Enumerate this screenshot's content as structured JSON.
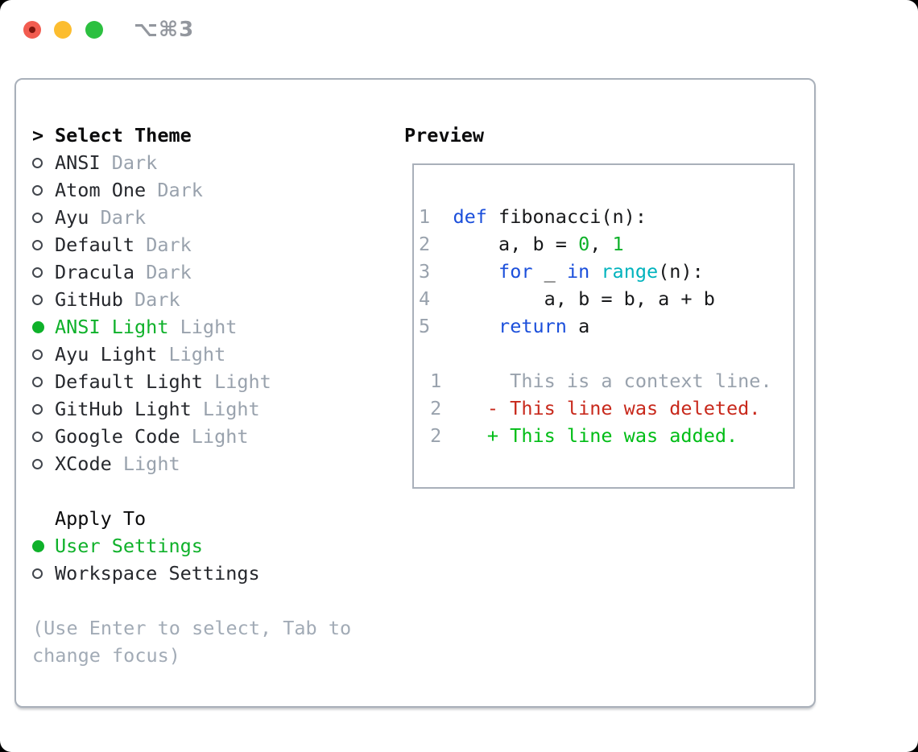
{
  "window": {
    "title_shortcut": "⌥⌘3",
    "traffic_lights": [
      {
        "name": "close",
        "color": "#f25c50"
      },
      {
        "name": "minimize",
        "color": "#fcbd2f"
      },
      {
        "name": "zoom",
        "color": "#2cc040"
      }
    ]
  },
  "theme_picker": {
    "cursor": ">",
    "header": "Select Theme",
    "items": [
      {
        "name": "ANSI",
        "variant": "Dark",
        "selected": false
      },
      {
        "name": "Atom One",
        "variant": "Dark",
        "selected": false
      },
      {
        "name": "Ayu",
        "variant": "Dark",
        "selected": false
      },
      {
        "name": "Default",
        "variant": "Dark",
        "selected": false
      },
      {
        "name": "Dracula",
        "variant": "Dark",
        "selected": false
      },
      {
        "name": "GitHub",
        "variant": "Dark",
        "selected": false
      },
      {
        "name": "ANSI Light",
        "variant": "Light",
        "selected": true
      },
      {
        "name": "Ayu Light",
        "variant": "Light",
        "selected": false
      },
      {
        "name": "Default Light",
        "variant": "Light",
        "selected": false
      },
      {
        "name": "GitHub Light",
        "variant": "Light",
        "selected": false
      },
      {
        "name": "Google Code",
        "variant": "Light",
        "selected": false
      },
      {
        "name": "XCode",
        "variant": "Light",
        "selected": false
      }
    ],
    "apply_to": {
      "header": "Apply To",
      "options": [
        {
          "label": "User Settings",
          "selected": true
        },
        {
          "label": "Workspace Settings",
          "selected": false
        }
      ]
    },
    "hint_line1": "(Use Enter to select, Tab to",
    "hint_line2": "change focus)"
  },
  "preview": {
    "header": "Preview",
    "code_lines": [
      [
        {
          "t": "1  ",
          "c": "gray"
        },
        {
          "t": "def",
          "c": "blue"
        },
        {
          "t": " fibonacci(n):",
          "c": "ink"
        }
      ],
      [
        {
          "t": "2  ",
          "c": "gray"
        },
        {
          "t": "    a, b = ",
          "c": "ink"
        },
        {
          "t": "0",
          "c": "green"
        },
        {
          "t": ", ",
          "c": "ink"
        },
        {
          "t": "1",
          "c": "green"
        }
      ],
      [
        {
          "t": "3  ",
          "c": "gray"
        },
        {
          "t": "    ",
          "c": "ink"
        },
        {
          "t": "for",
          "c": "blue"
        },
        {
          "t": " _ ",
          "c": "ink"
        },
        {
          "t": "in",
          "c": "blue"
        },
        {
          "t": " ",
          "c": "ink"
        },
        {
          "t": "range",
          "c": "cyan"
        },
        {
          "t": "(n):",
          "c": "ink"
        }
      ],
      [
        {
          "t": "4  ",
          "c": "gray"
        },
        {
          "t": "        a, b = b, a + b",
          "c": "ink"
        }
      ],
      [
        {
          "t": "5  ",
          "c": "gray"
        },
        {
          "t": "    ",
          "c": "ink"
        },
        {
          "t": "return",
          "c": "blue"
        },
        {
          "t": " a",
          "c": "ink"
        }
      ],
      [],
      [
        {
          "t": " 1      This is a context line.",
          "c": "gray"
        }
      ],
      [
        {
          "t": " 2",
          "c": "gray"
        },
        {
          "t": "    ",
          "c": "ink"
        },
        {
          "t": "- This line was deleted.",
          "c": "red"
        }
      ],
      [
        {
          "t": " 2",
          "c": "gray"
        },
        {
          "t": "    ",
          "c": "ink"
        },
        {
          "t": "+ This line was added.",
          "c": "green2"
        }
      ]
    ]
  },
  "colors": {
    "accent_green": "#0fb12a",
    "added_green": "#00bd16",
    "deleted_red": "#c8291c",
    "keyword_blue": "#1b4fdb",
    "builtin_cyan": "#00b3bd",
    "muted_gray": "#99a2ad",
    "panel_border": "#a9b0ba"
  }
}
